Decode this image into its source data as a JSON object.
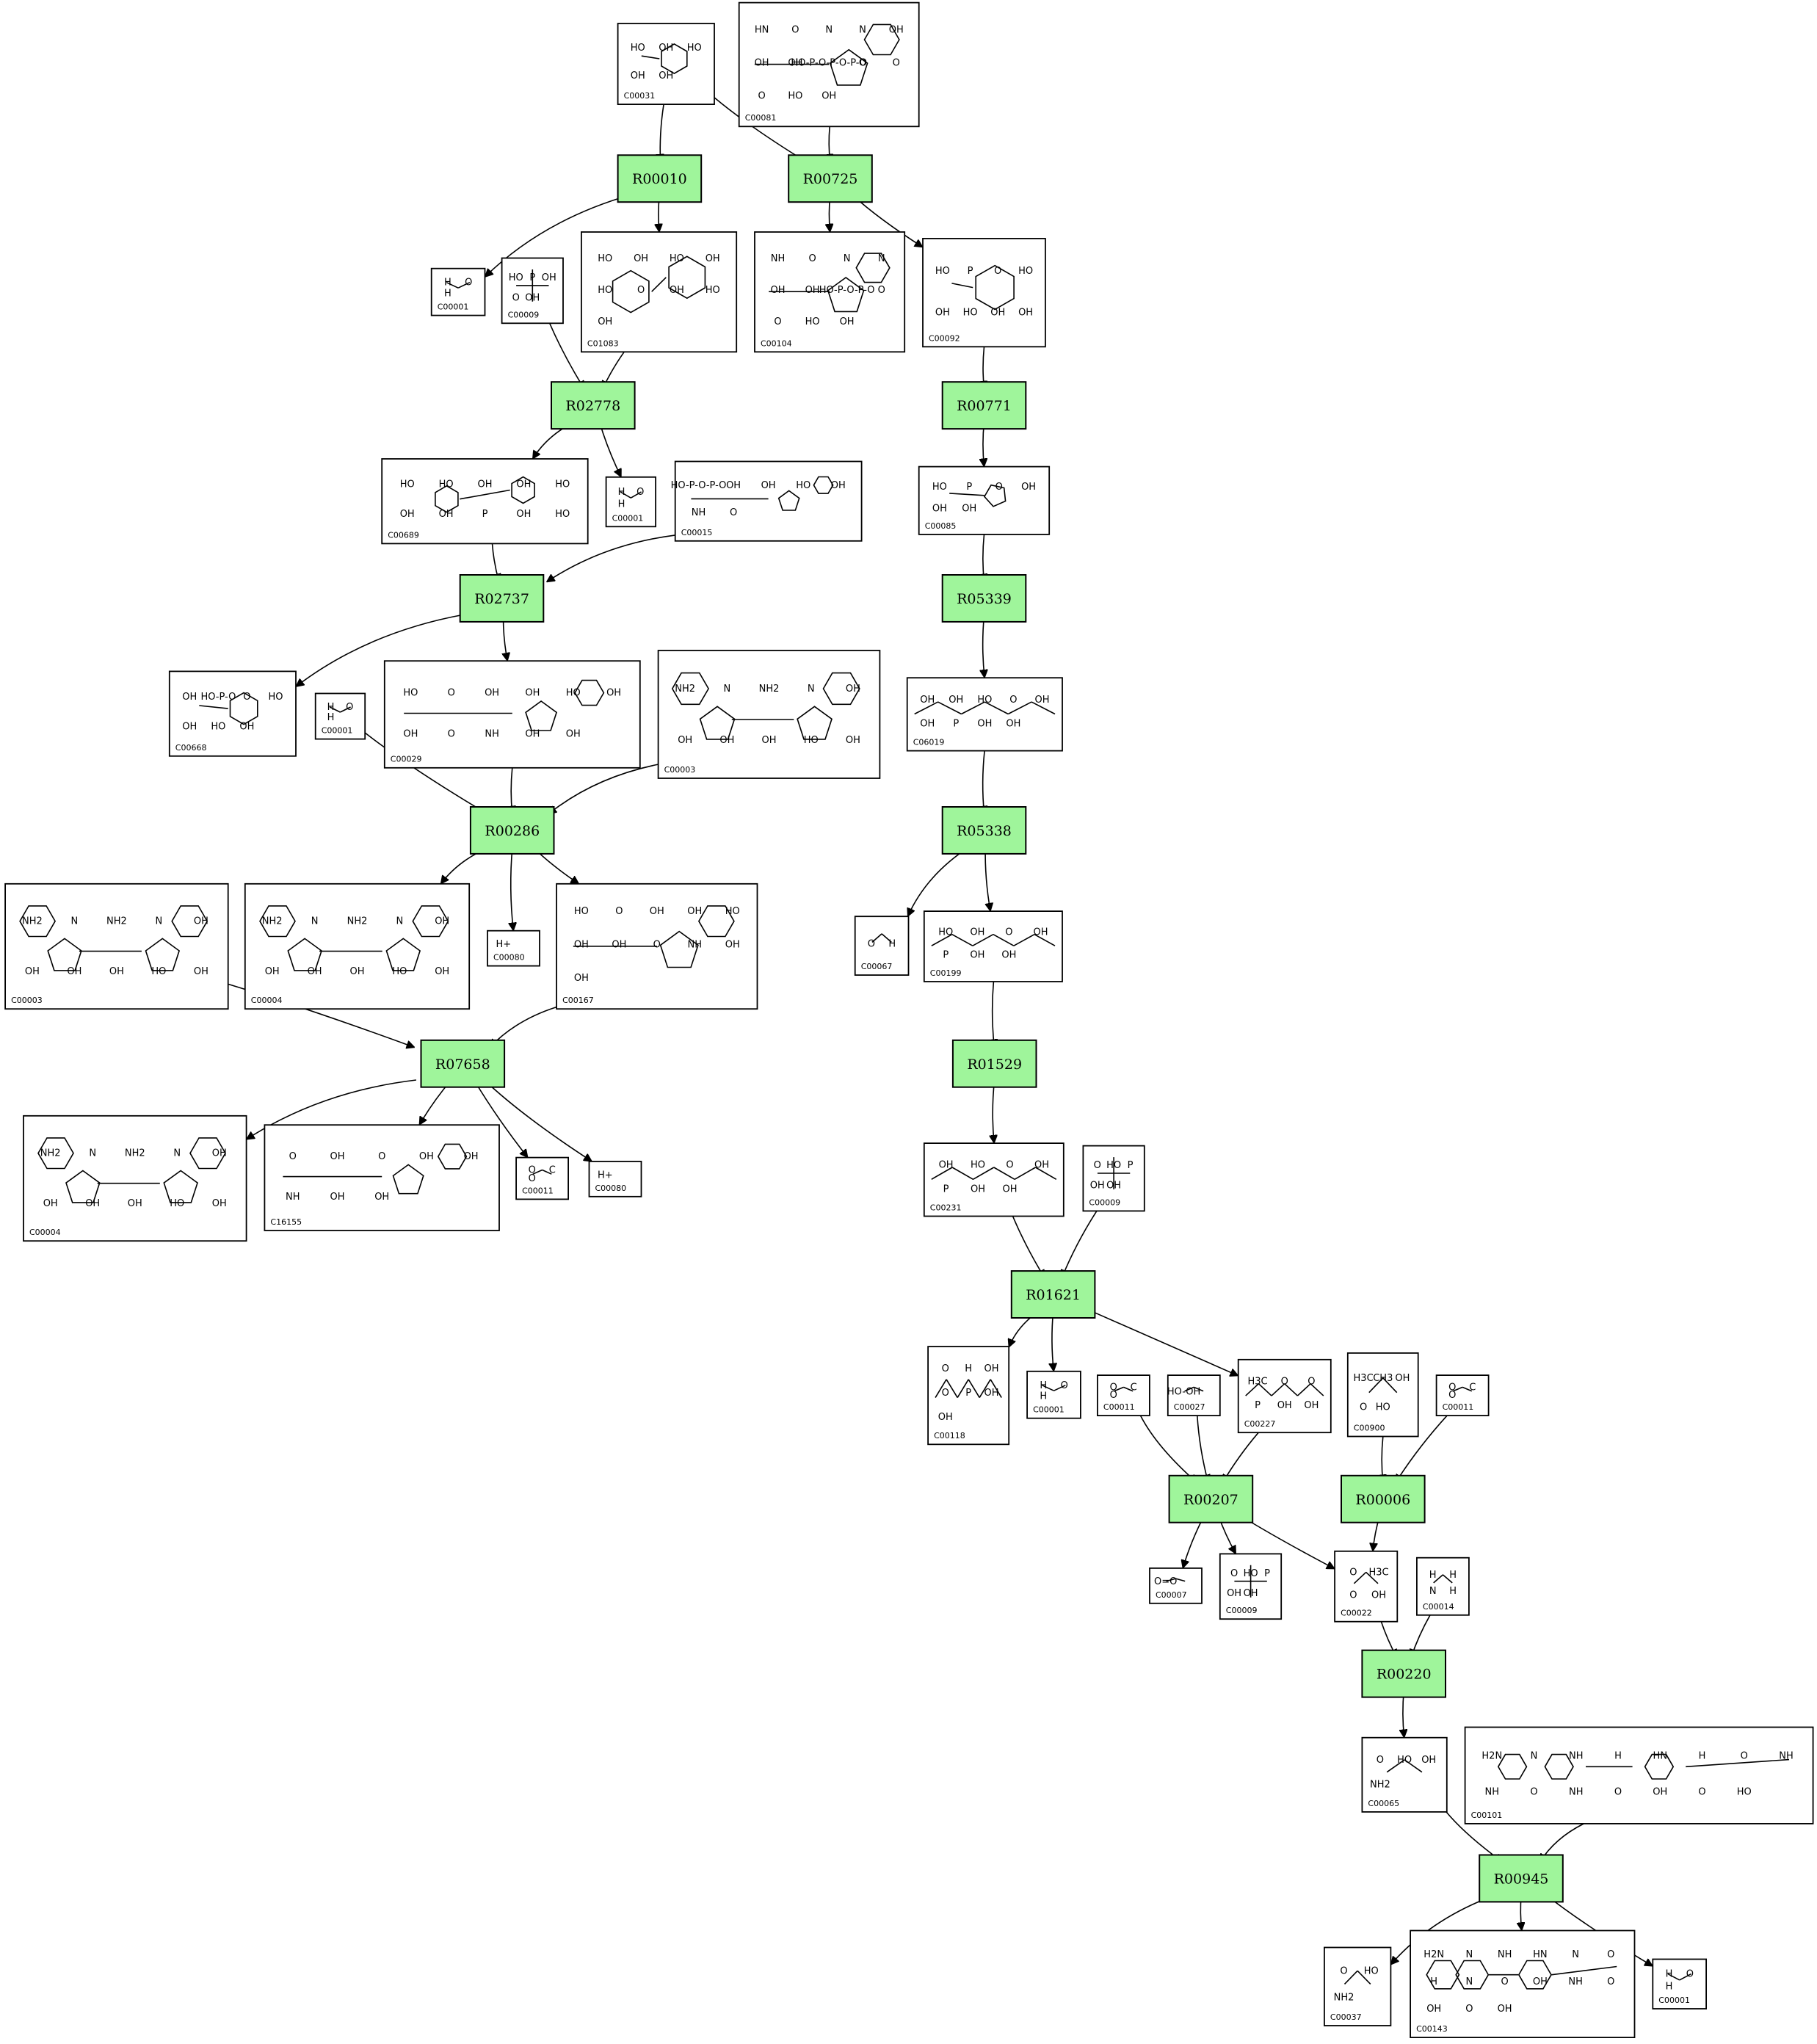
{
  "colors": {
    "reaction_fill": "#9ff59b",
    "compound_fill": "#ffffff",
    "stroke": "#000000"
  },
  "reactions": [
    {
      "id": "R00010"
    },
    {
      "id": "R00725"
    },
    {
      "id": "R02778"
    },
    {
      "id": "R00771"
    },
    {
      "id": "R02737"
    },
    {
      "id": "R05339"
    },
    {
      "id": "R00286"
    },
    {
      "id": "R05338"
    },
    {
      "id": "R07658"
    },
    {
      "id": "R01529"
    },
    {
      "id": "R01621"
    },
    {
      "id": "R00207"
    },
    {
      "id": "R00006"
    },
    {
      "id": "R00220"
    },
    {
      "id": "R00945"
    }
  ],
  "compounds": [
    {
      "key": "C00031",
      "label": "C00031",
      "kind": "ring",
      "texts": [
        "HO",
        "OH",
        "HO",
        "OH",
        "OH"
      ]
    },
    {
      "key": "C00081",
      "label": "C00081",
      "kind": "nucleotide",
      "texts": [
        "HN",
        "O",
        "N",
        "N",
        "OH",
        "OH",
        "OH",
        "HO-P-O-P-O-P-O",
        "O",
        "O",
        "O",
        "HO",
        "OH"
      ]
    },
    {
      "key": "C00001a",
      "label": "C00001",
      "kind": "water",
      "texts": [
        "H",
        "O",
        "H"
      ]
    },
    {
      "key": "C00009a",
      "label": "C00009",
      "kind": "phosphate",
      "texts": [
        "HO",
        "P",
        "OH",
        "O",
        "OH"
      ]
    },
    {
      "key": "C01083",
      "label": "C01083",
      "kind": "disaccharide",
      "texts": [
        "HO",
        "OH",
        "HO",
        "OH",
        "HO",
        "O",
        "OH",
        "HO",
        "OH"
      ]
    },
    {
      "key": "C00104",
      "label": "C00104",
      "kind": "nucleotide",
      "texts": [
        "NH",
        "O",
        "N",
        "N",
        "OH",
        "OH",
        "HO-P-O-P-O",
        "O",
        "O",
        "HO",
        "OH"
      ]
    },
    {
      "key": "C00092",
      "label": "C00092",
      "kind": "ring-phosphate",
      "texts": [
        "HO",
        "P",
        "O",
        "HO",
        "OH",
        "HO",
        "OH",
        "OH"
      ]
    },
    {
      "key": "C00689",
      "label": "C00689",
      "kind": "disaccharide-phosphate",
      "texts": [
        "HO",
        "HO",
        "OH",
        "OH",
        "HO",
        "OH",
        "OH",
        "P",
        "OH",
        "HO"
      ]
    },
    {
      "key": "C00001b",
      "label": "C00001",
      "kind": "water",
      "texts": [
        "H",
        "O",
        "H"
      ]
    },
    {
      "key": "C00015",
      "label": "C00015",
      "kind": "nucleotide",
      "texts": [
        "HO-P-O-P-O",
        "OH",
        "OH",
        "HO",
        "OH",
        "NH",
        "O"
      ]
    },
    {
      "key": "C00085",
      "label": "C00085",
      "kind": "furanose",
      "texts": [
        "HO",
        "P",
        "O",
        "OH",
        "OH",
        "OH"
      ]
    },
    {
      "key": "C00668",
      "label": "C00668",
      "kind": "ring-phosphate",
      "texts": [
        "OH",
        "HO-P-O",
        "O",
        "HO",
        "OH",
        "HO",
        "OH"
      ]
    },
    {
      "key": "C00001c",
      "label": "C00001",
      "kind": "water",
      "texts": [
        "H",
        "O",
        "H"
      ]
    },
    {
      "key": "C00029",
      "label": "C00029",
      "kind": "sugar-nucleotide",
      "texts": [
        "HO",
        "O",
        "OH",
        "OH",
        "HO",
        "OH",
        "OH",
        "O",
        "NH",
        "OH",
        "OH"
      ]
    },
    {
      "key": "C00003a",
      "label": "C00003",
      "kind": "dinucleotide",
      "texts": [
        "NH2",
        "N",
        "NH2",
        "N",
        "OH",
        "OH",
        "OH",
        "OH",
        "HO",
        "OH"
      ]
    },
    {
      "key": "C06019",
      "label": "C06019",
      "kind": "chain-phosphate",
      "texts": [
        "OH",
        "OH",
        "HO",
        "O",
        "OH",
        "OH",
        "P",
        "OH",
        "OH"
      ]
    },
    {
      "key": "C00003b",
      "label": "C00003",
      "kind": "dinucleotide",
      "texts": [
        "NH2",
        "N",
        "NH2",
        "N",
        "OH",
        "OH",
        "OH",
        "OH",
        "HO",
        "OH"
      ]
    },
    {
      "key": "C00004a",
      "label": "C00004",
      "kind": "dinucleotide",
      "texts": [
        "NH2",
        "N",
        "NH2",
        "N",
        "OH",
        "OH",
        "OH",
        "OH",
        "HO",
        "OH"
      ]
    },
    {
      "key": "C00080a",
      "label": "C00080",
      "kind": "proton",
      "texts": [
        "H+"
      ]
    },
    {
      "key": "C00167",
      "label": "C00167",
      "kind": "sugar-nucleotide",
      "texts": [
        "HO",
        "O",
        "OH",
        "OH",
        "HO",
        "OH",
        "OH",
        "O",
        "NH",
        "OH",
        "OH"
      ]
    },
    {
      "key": "C00067",
      "label": "C00067",
      "kind": "small",
      "texts": [
        "O",
        "H"
      ]
    },
    {
      "key": "C00199",
      "label": "C00199",
      "kind": "chain-phosphate",
      "texts": [
        "HO",
        "OH",
        "O",
        "OH",
        "P",
        "OH",
        "OH"
      ]
    },
    {
      "key": "C00004b",
      "label": "C00004",
      "kind": "dinucleotide",
      "texts": [
        "NH2",
        "N",
        "NH2",
        "N",
        "OH",
        "OH",
        "OH",
        "OH",
        "HO",
        "OH"
      ]
    },
    {
      "key": "C16155",
      "label": "C16155",
      "kind": "sugar-nucleotide",
      "texts": [
        "O",
        "OH",
        "O",
        "OH",
        "OH",
        "NH",
        "OH",
        "OH"
      ]
    },
    {
      "key": "C00011a",
      "label": "C00011",
      "kind": "small",
      "texts": [
        "O",
        "C",
        "O"
      ]
    },
    {
      "key": "C00080b",
      "label": "C00080",
      "kind": "proton",
      "texts": [
        "H+"
      ]
    },
    {
      "key": "C00231",
      "label": "C00231",
      "kind": "chain-phosphate",
      "texts": [
        "OH",
        "HO",
        "O",
        "OH",
        "P",
        "OH",
        "OH"
      ]
    },
    {
      "key": "C00009b",
      "label": "C00009",
      "kind": "phosphate",
      "texts": [
        "O",
        "HO",
        "P",
        "OH",
        "OH"
      ]
    },
    {
      "key": "C00118",
      "label": "C00118",
      "kind": "chain-phosphate",
      "texts": [
        "O",
        "H",
        "OH",
        "O",
        "P",
        "OH",
        "OH"
      ]
    },
    {
      "key": "C00001d",
      "label": "C00001",
      "kind": "water",
      "texts": [
        "H",
        "O",
        "H"
      ]
    },
    {
      "key": "C00011b",
      "label": "C00011",
      "kind": "small",
      "texts": [
        "O",
        "C",
        "O"
      ]
    },
    {
      "key": "C00027",
      "label": "C00027",
      "kind": "small",
      "texts": [
        "HO-OH"
      ]
    },
    {
      "key": "C00227",
      "label": "C00227",
      "kind": "chain-phosphate",
      "texts": [
        "H3C",
        "O",
        "O",
        "P",
        "OH",
        "OH"
      ]
    },
    {
      "key": "C00900",
      "label": "C00900",
      "kind": "small",
      "texts": [
        "H3C",
        "CH3",
        "OH",
        "O",
        "HO"
      ]
    },
    {
      "key": "C00011c",
      "label": "C00011",
      "kind": "small",
      "texts": [
        "O",
        "C",
        "O"
      ]
    },
    {
      "key": "C00007",
      "label": "C00007",
      "kind": "small",
      "texts": [
        "O=O"
      ]
    },
    {
      "key": "C00009c",
      "label": "C00009",
      "kind": "phosphate",
      "texts": [
        "O",
        "HO",
        "P",
        "OH",
        "OH"
      ]
    },
    {
      "key": "C00022",
      "label": "C00022",
      "kind": "small",
      "texts": [
        "O",
        "H3C",
        "O",
        "OH"
      ]
    },
    {
      "key": "C00014",
      "label": "C00014",
      "kind": "small",
      "texts": [
        "H",
        "H",
        "N",
        "H"
      ]
    },
    {
      "key": "C00065",
      "label": "C00065",
      "kind": "small",
      "texts": [
        "O",
        "HO",
        "OH",
        "NH2"
      ]
    },
    {
      "key": "C00101",
      "label": "C00101",
      "kind": "folate",
      "texts": [
        "H2N",
        "N",
        "NH",
        "H",
        "HN",
        "H",
        "O",
        "NH",
        "NH",
        "O",
        "NH",
        "O",
        "OH",
        "O",
        "HO"
      ]
    },
    {
      "key": "C00037",
      "label": "C00037",
      "kind": "small",
      "texts": [
        "O",
        "HO",
        "NH2"
      ]
    },
    {
      "key": "C00143",
      "label": "C00143",
      "kind": "folate",
      "texts": [
        "H2N",
        "N",
        "NH",
        "HN",
        "N",
        "O",
        "H",
        "N",
        "O",
        "OH",
        "NH",
        "O",
        "OH",
        "O",
        "OH"
      ]
    },
    {
      "key": "C00001e",
      "label": "C00001",
      "kind": "water",
      "texts": [
        "H",
        "O",
        "H"
      ]
    }
  ]
}
